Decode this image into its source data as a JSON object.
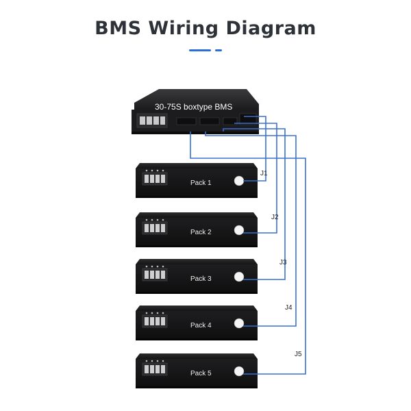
{
  "title": "BMS Wiring Diagram",
  "accent_color": "#2b6fd6",
  "wire_color": "#3a6fd0",
  "bms": {
    "label": "30-75S boxtype BMS"
  },
  "packs": [
    {
      "label": "Pack 1",
      "connector": "J1"
    },
    {
      "label": "Pack 2",
      "connector": "J2"
    },
    {
      "label": "Pack 3",
      "connector": "J3"
    },
    {
      "label": "Pack 4",
      "connector": "J4"
    },
    {
      "label": "Pack 5",
      "connector": "J5"
    }
  ]
}
